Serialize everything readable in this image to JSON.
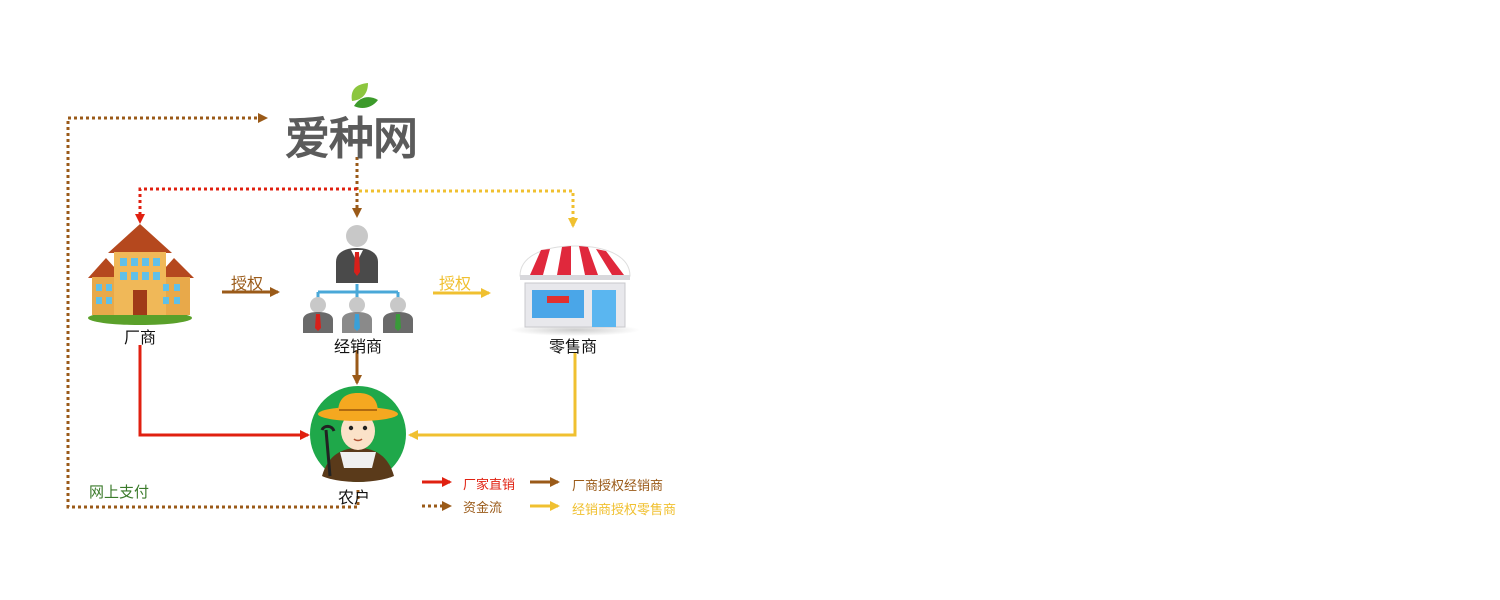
{
  "logo": {
    "text": "爱种网"
  },
  "nodes": {
    "manufacturer": "厂商",
    "distributor": "经销商",
    "retailer": "零售商",
    "farmer": "农户"
  },
  "edges": {
    "manufacturer_to_distributor": "授权",
    "distributor_to_retailer": "授权",
    "online_payment": "网上支付"
  },
  "legend": [
    {
      "label": "厂家直销",
      "color": "#e02010",
      "style": "solid"
    },
    {
      "label": "厂商授权经销商",
      "color": "#9a5a18",
      "style": "solid"
    },
    {
      "label": "资金流",
      "color": "#9a5a18",
      "style": "dotted"
    },
    {
      "label": "经销商授权零售商",
      "color": "#f0c030",
      "style": "solid"
    }
  ],
  "colors": {
    "direct_red": "#e02010",
    "brown": "#9a5a18",
    "yellow": "#f0c030",
    "payment_green": "#3a7a2a",
    "logo_gray": "#5b5b5b",
    "leaf_green": "#4caf30"
  }
}
